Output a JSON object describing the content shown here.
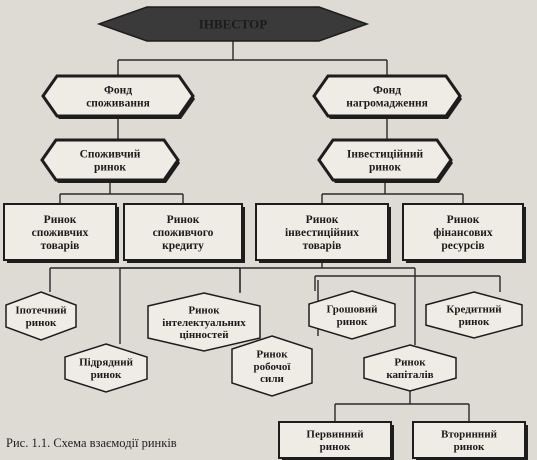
{
  "nodes": [
    {
      "id": "investor",
      "lines": [
        "ІНВЕСТОР"
      ]
    },
    {
      "id": "consumption-fund",
      "lines": [
        "Фонд",
        "споживання"
      ]
    },
    {
      "id": "accumulation-fund",
      "lines": [
        "Фонд",
        "нагромадження"
      ]
    },
    {
      "id": "consumer-market",
      "lines": [
        "Споживчий",
        "ринок"
      ]
    },
    {
      "id": "investment-market",
      "lines": [
        "Інвестиційний",
        "ринок"
      ]
    },
    {
      "id": "consumer-goods-market",
      "lines": [
        "Ринок",
        "споживчих",
        "товарів"
      ]
    },
    {
      "id": "consumer-credit-market",
      "lines": [
        "Ринок",
        "споживчого",
        "кредиту"
      ]
    },
    {
      "id": "investment-goods-market",
      "lines": [
        "Ринок",
        "інвестиційних",
        "товарів"
      ]
    },
    {
      "id": "financial-resources-market",
      "lines": [
        "Ринок",
        "фінансових",
        "ресурсів"
      ]
    },
    {
      "id": "mortgage-market",
      "lines": [
        "Іпотечний",
        "ринок"
      ]
    },
    {
      "id": "contract-market",
      "lines": [
        "Підрядний",
        "ринок"
      ]
    },
    {
      "id": "intellectual-values-market",
      "lines": [
        "Ринок",
        "інтелектуальних",
        "цінностей"
      ]
    },
    {
      "id": "labor-market",
      "lines": [
        "Ринок",
        "робочої",
        "сили"
      ]
    },
    {
      "id": "money-market",
      "lines": [
        "Грошовий",
        "ринок"
      ]
    },
    {
      "id": "credit-market",
      "lines": [
        "Кредитний",
        "ринок"
      ]
    },
    {
      "id": "capital-market",
      "lines": [
        "Ринок",
        "капіталів"
      ]
    },
    {
      "id": "primary-market",
      "lines": [
        "Первинний",
        "ринок"
      ]
    },
    {
      "id": "secondary-market",
      "lines": [
        "Вторинний",
        "ринок"
      ]
    }
  ],
  "caption": "Рис. 1.1. Схема взаємодії ринків"
}
